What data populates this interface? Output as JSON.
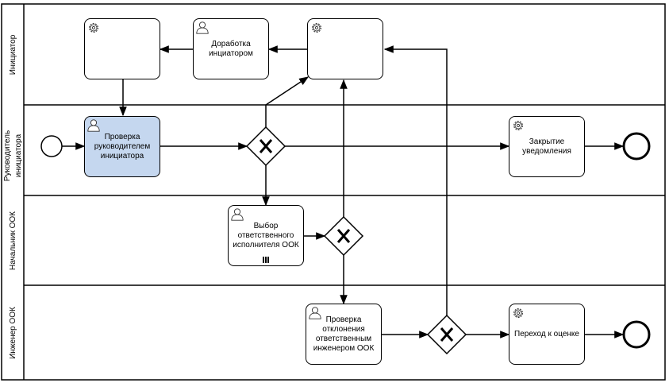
{
  "lanes": [
    {
      "id": "initiator",
      "label": "Инициатор"
    },
    {
      "id": "manager",
      "label": "Руководитель инициатора"
    },
    {
      "id": "ook-head",
      "label": "Начальник ООК"
    },
    {
      "id": "ook-engineer",
      "label": "Инженер ООК"
    }
  ],
  "tasks": {
    "service_left": {
      "label": "",
      "kind": "gear-icon"
    },
    "rework": {
      "label": "Доработка инциатором",
      "kind": "user-icon"
    },
    "service_right": {
      "label": "",
      "kind": "gear-icon"
    },
    "manager_check": {
      "label": "Проверка руководителем инициатора",
      "kind": "user-icon",
      "selected": true
    },
    "close_notice": {
      "label": "Закрытие уведомления",
      "kind": "gear-icon"
    },
    "choose_executor": {
      "label": "Выбор ответственного исполнителя ООК",
      "kind": "user-icon"
    },
    "engineer_check": {
      "label": "Проверка отклонения ответственным инженером ООК",
      "kind": "user-icon"
    },
    "to_evaluation": {
      "label": "Переход к оценке",
      "kind": "gear-icon"
    }
  },
  "colors": {
    "selected_fill": "#c5d7ef",
    "stroke": "#000000",
    "background": "#ffffff"
  }
}
